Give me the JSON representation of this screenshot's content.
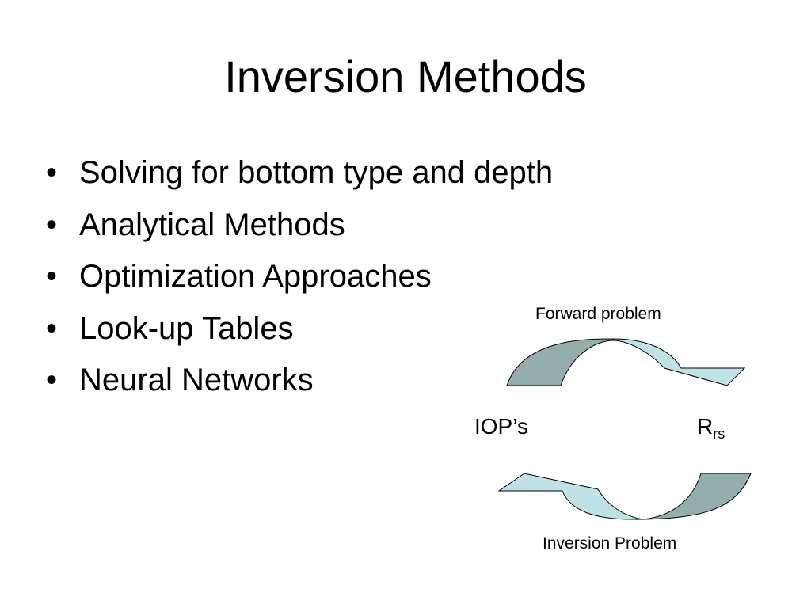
{
  "slide": {
    "title": "Inversion Methods",
    "bullet_char": "•",
    "bullets": [
      "Solving for bottom type and depth",
      "Analytical Methods",
      "Optimization Approaches",
      "Look-up Tables",
      "Neural Networks"
    ]
  },
  "diagram": {
    "forward_label": "Forward problem",
    "inversion_label": "Inversion Problem",
    "left_node": "IOP’s",
    "right_node_main": "R",
    "right_node_sub": "rs"
  },
  "colors": {
    "arrow_dark": "#94aeae",
    "arrow_light": "#bfe2e6",
    "arrow_stroke": "#000000"
  }
}
